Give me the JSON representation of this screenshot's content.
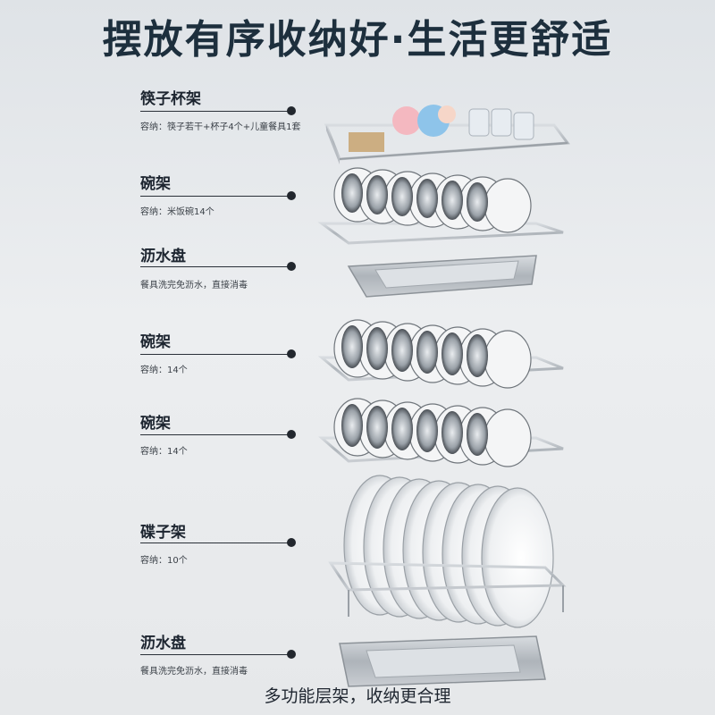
{
  "headline": "摆放有序收纳好·生活更舒适",
  "sections": [
    {
      "title": "筷子杯架",
      "subtitle": "容纳：筷子若干+杯子4个+儿童餐具1套"
    },
    {
      "title": "碗架",
      "subtitle": "容纳：米饭碗14个"
    },
    {
      "title": "沥水盘",
      "subtitle": "餐具洗完免沥水，直接消毒"
    },
    {
      "title": "碗架",
      "subtitle": "容纳：14个"
    },
    {
      "title": "碗架",
      "subtitle": "容纳：14个"
    },
    {
      "title": "碟子架",
      "subtitle": "容纳：10个"
    },
    {
      "title": "沥水盘",
      "subtitle": "餐具洗完免沥水，直接消毒"
    }
  ],
  "bottom_caption": "多功能层架，收纳更合理",
  "colors": {
    "headline": "#1d2f3d",
    "background": "#e6e8ea",
    "metal": "#b9bec4"
  }
}
